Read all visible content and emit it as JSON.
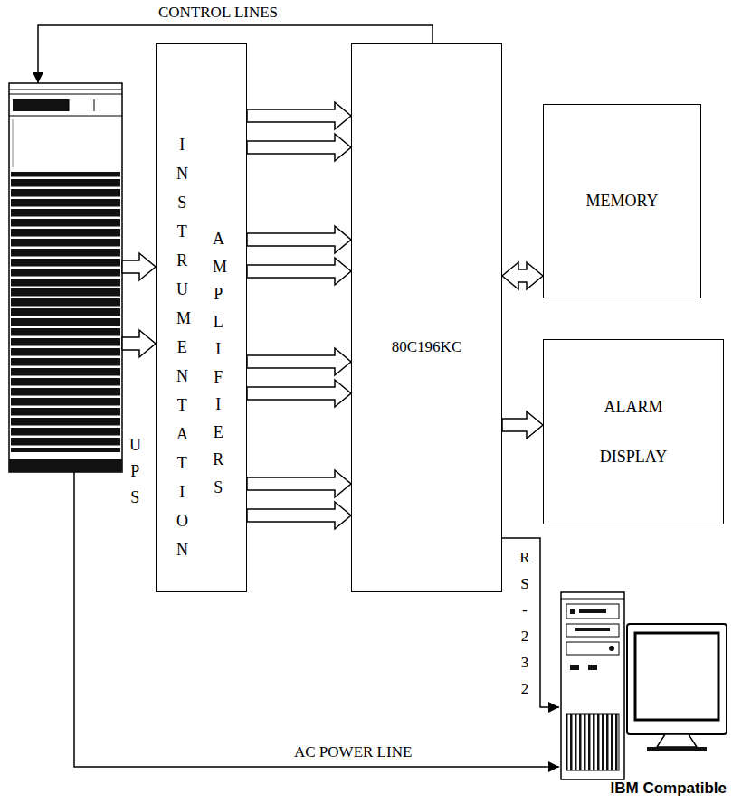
{
  "diagram": {
    "nodes": [
      {
        "text": [
          "UPS"
        ]
      },
      {
        "text": [
          "INSTRUMENTATION",
          "AMPLIFIERS"
        ]
      },
      {
        "text": [
          "80C196KC"
        ]
      },
      {
        "text": [
          "MEMORY"
        ]
      },
      {
        "text": [
          "ALARM DISPLAY"
        ]
      },
      {
        "text": [
          "IBM Compatible"
        ]
      }
    ],
    "edges": [
      {
        "from": 2,
        "to": 0,
        "arrow": "to",
        "label": "CONTROL LINES"
      },
      {
        "from": 0,
        "to": 1,
        "arrow": "to"
      },
      {
        "from": 0,
        "to": 1,
        "arrow": "to"
      },
      {
        "from": 1,
        "to": 2,
        "arrow": "to"
      },
      {
        "from": 1,
        "to": 2,
        "arrow": "to"
      },
      {
        "from": 1,
        "to": 2,
        "arrow": "to"
      },
      {
        "from": 1,
        "to": 2,
        "arrow": "to"
      },
      {
        "from": 1,
        "to": 2,
        "arrow": "to"
      },
      {
        "from": 1,
        "to": 2,
        "arrow": "to"
      },
      {
        "from": 1,
        "to": 2,
        "arrow": "to"
      },
      {
        "from": 1,
        "to": 2,
        "arrow": "to"
      },
      {
        "from": 2,
        "to": 3,
        "arrow": "both"
      },
      {
        "from": 2,
        "to": 4,
        "arrow": "to"
      },
      {
        "from": 2,
        "to": 5,
        "arrow": "to",
        "label": "RS-232"
      },
      {
        "from": 0,
        "to": 5,
        "arrow": "to",
        "label": "AC POWER LINE"
      }
    ]
  }
}
